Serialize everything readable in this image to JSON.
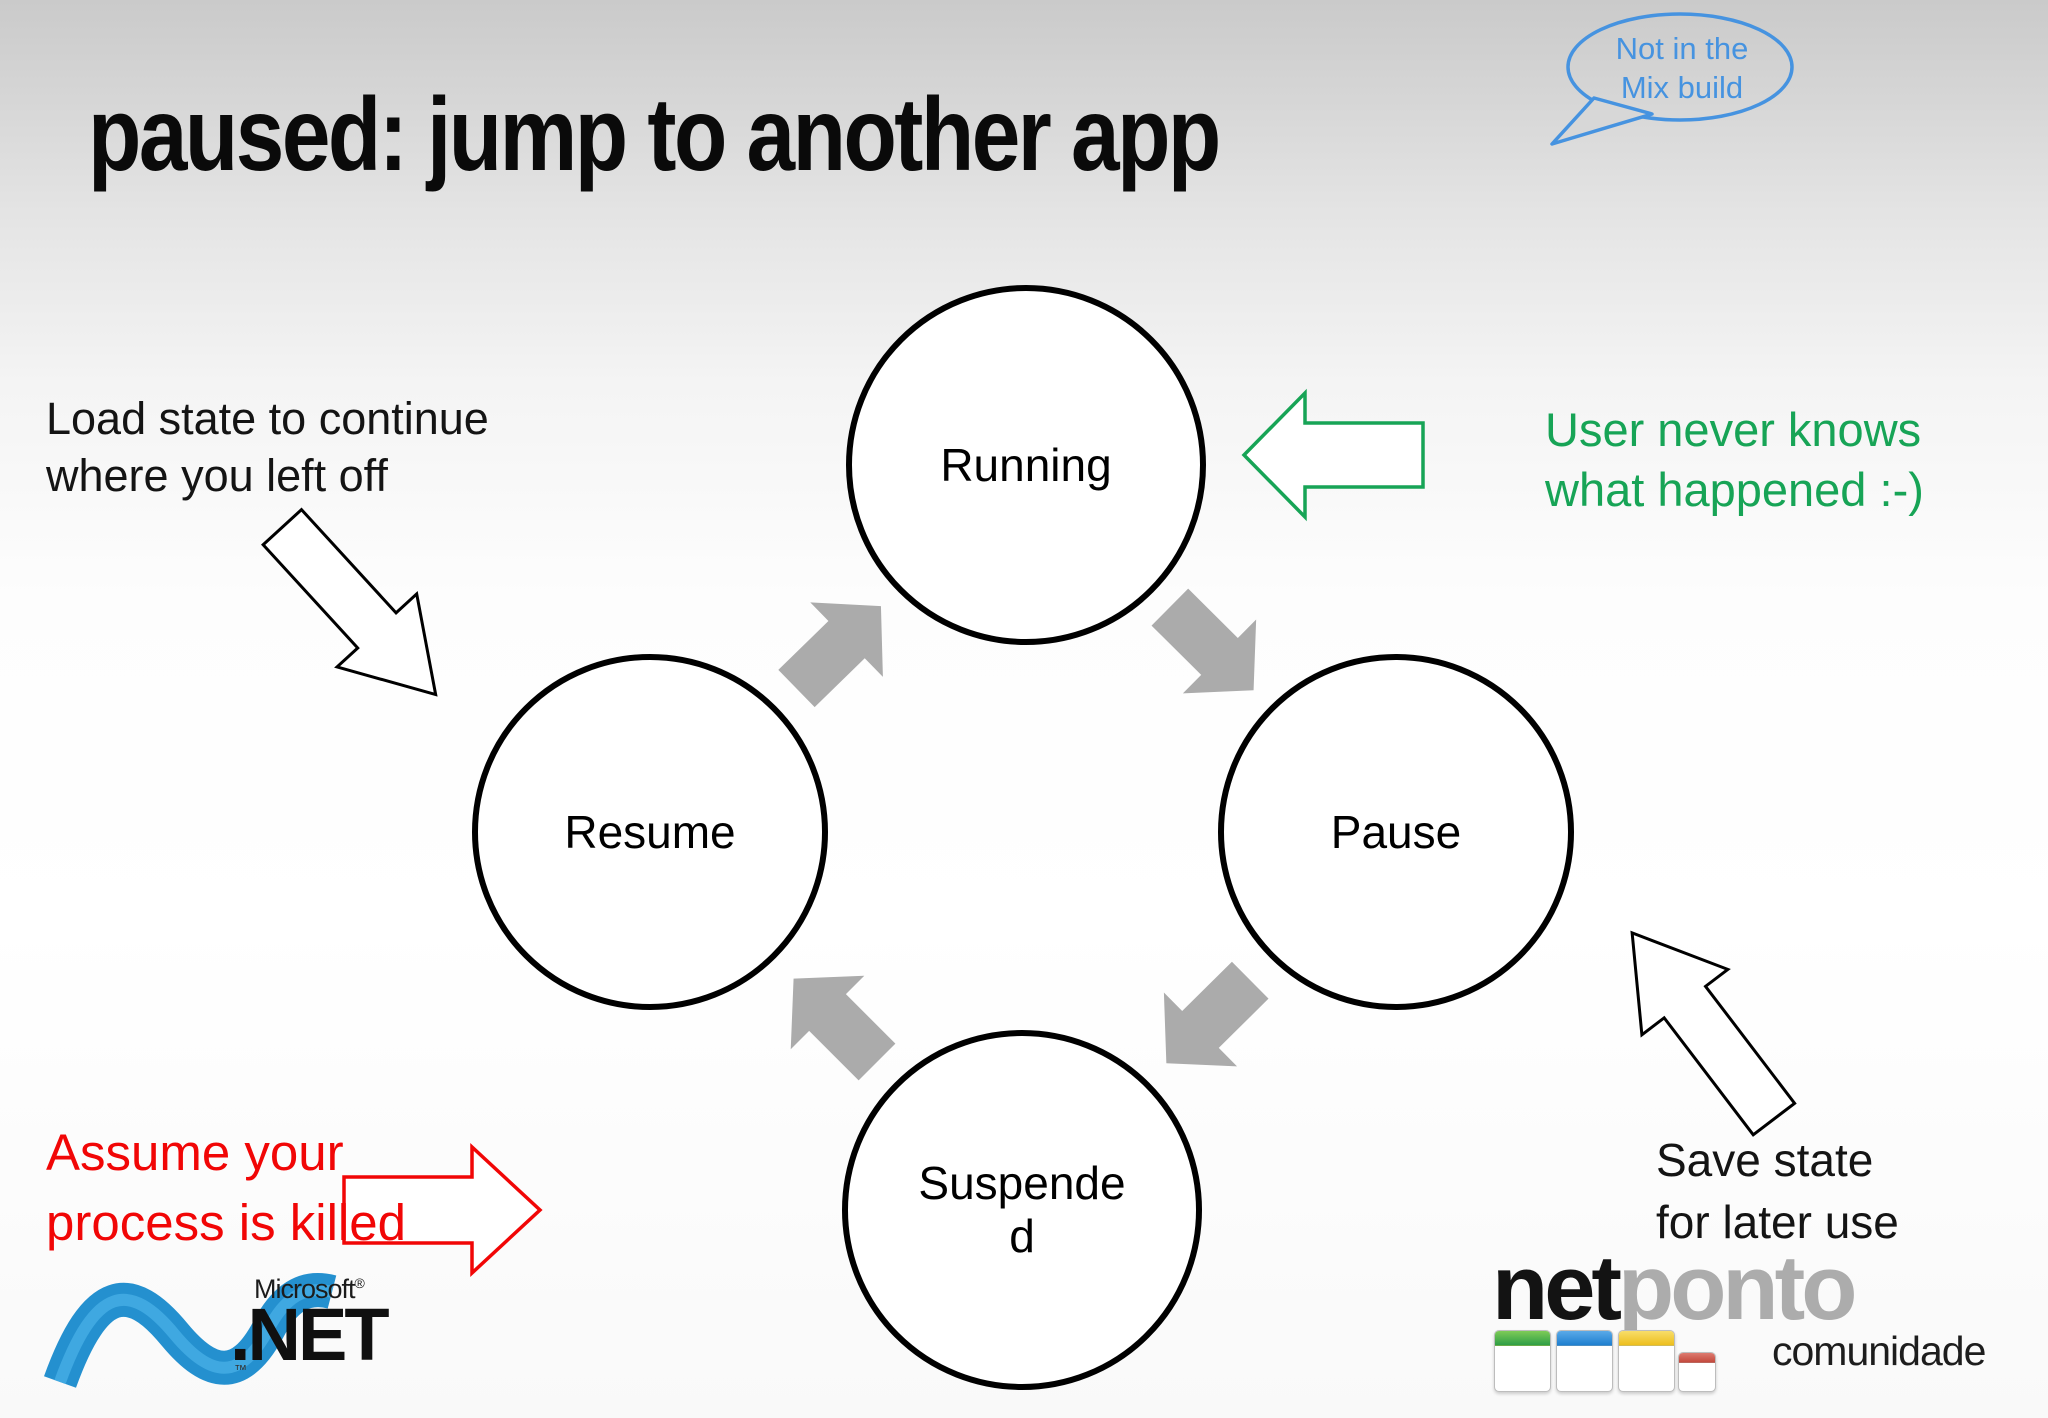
{
  "slide": {
    "title": "paused: jump to another app",
    "callout": {
      "line1": "Not in the",
      "line2": "Mix build"
    },
    "states": [
      {
        "id": "running",
        "lines": [
          "Running"
        ]
      },
      {
        "id": "pause",
        "lines": [
          "Pause"
        ]
      },
      {
        "id": "suspended",
        "lines": [
          "Suspende",
          "d"
        ]
      },
      {
        "id": "resume",
        "lines": [
          "Resume"
        ]
      }
    ],
    "flow": [
      "Running to Pause",
      "Pause to Suspended",
      "Suspended to Resume",
      "Resume to Running"
    ],
    "annotations": {
      "load_state": {
        "line1": "Load state to continue",
        "line2": "where you left off"
      },
      "user_never": {
        "line1": "User never knows",
        "line2": "what happened :-)"
      },
      "assume": {
        "line1": "Assume your",
        "line2": "process is killed"
      },
      "save_state": {
        "line1": "Save state",
        "line2": "for later use"
      }
    },
    "logos": {
      "dotnet": {
        "brand": "Microsoft",
        "reg": "®",
        "product": ".NET",
        "tm": "™"
      },
      "netponto": {
        "part1": "net",
        "part2": "ponto",
        "subtitle": "comunidade"
      }
    },
    "colors": {
      "callout_blue": "#4693e0",
      "annotation_green": "#17a456",
      "annotation_red": "#f10606",
      "flow_arrow_gray": "#ababab",
      "dotnet_blue": "#2490cf",
      "netponto_gray": "#acacac"
    }
  }
}
